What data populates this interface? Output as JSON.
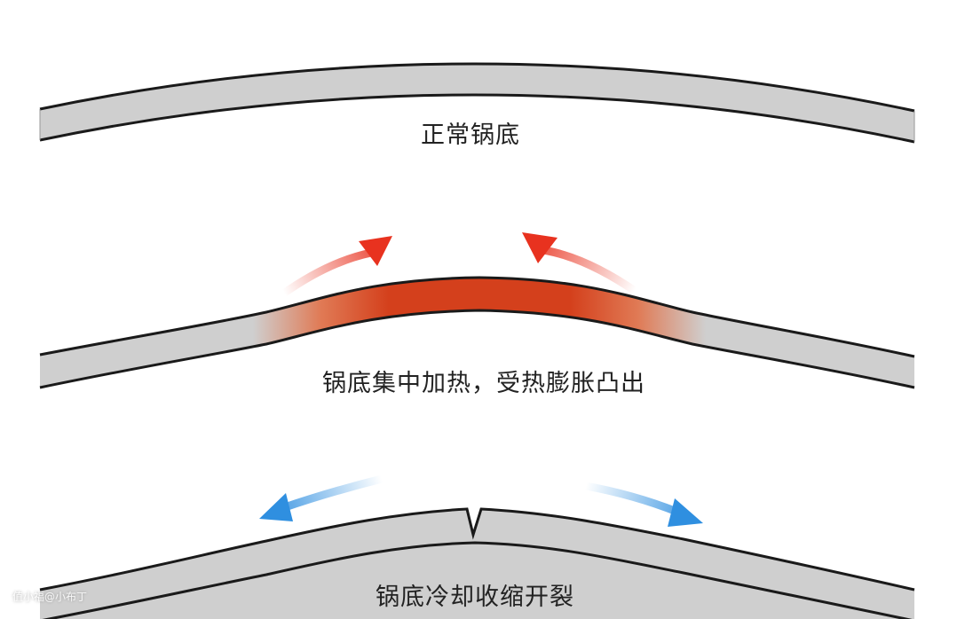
{
  "labels": {
    "normal": "正常锅底",
    "heated": "锅底集中加热，受热膨胀凸出",
    "cooled": "锅底冷却收缩开裂"
  },
  "watermark": "值小福@小布丁",
  "colors": {
    "pan": "#cfcfcf",
    "outline": "#1a1a1a",
    "heat": "#d9411e",
    "heat_arrow": "#e8321f",
    "cool_arrow": "#2f8fe0"
  }
}
